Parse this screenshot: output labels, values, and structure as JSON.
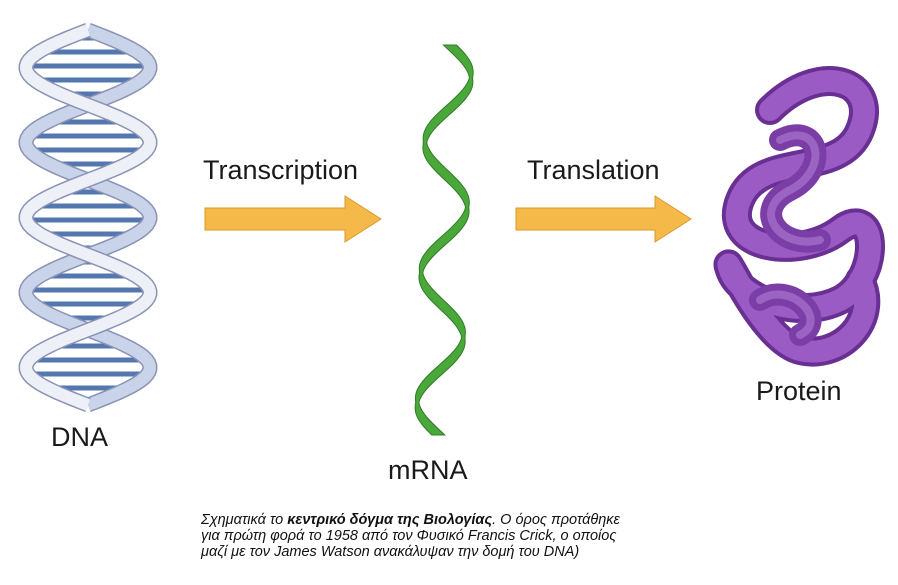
{
  "labels": {
    "dna": "DNA",
    "transcription": "Transcription",
    "mrna": "mRNA",
    "translation": "Translation",
    "protein": "Protein"
  },
  "caption": {
    "prefix": "Σχηματικά το ",
    "bold": "κεντρικό δόγμα της Βιολογίας",
    "line1_rest": ". Ο όρος προτάθηκε",
    "line2": "για πρώτη φορά το 1958 από τον Φυσικό Francis Crick, ο οποίος",
    "line3": "μαζί με τον James Watson ανακάλυψαν την δομή του DNA)"
  },
  "colors": {
    "arrow": "#f5b94a",
    "dna_strand": "#c9d3ea",
    "dna_rung": "#5577b0",
    "mrna": "#4aa83a",
    "protein": "#8a4cb0"
  }
}
